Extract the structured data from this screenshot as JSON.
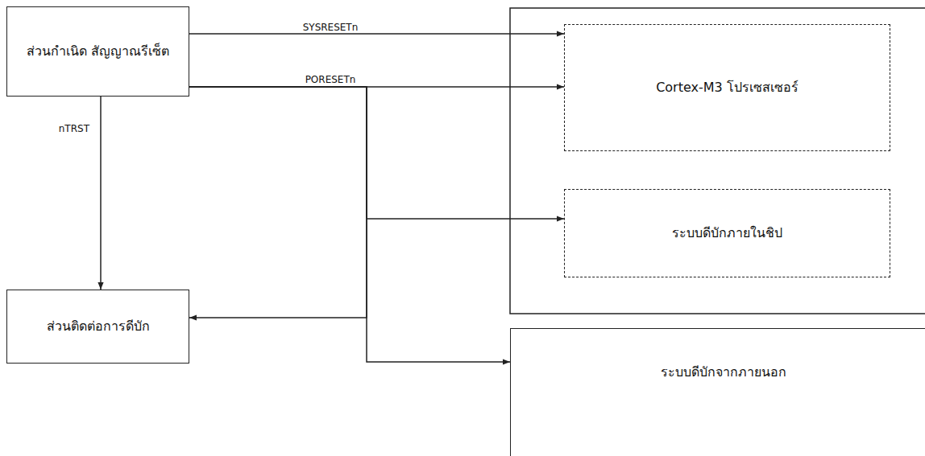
{
  "diagram": {
    "nodes": [
      {
        "text": [
          "ส่วนกำเนิด สัญญาณรีเซ็ต"
        ]
      },
      {
        "text": [
          "Cortex-M3 โปรเซสเซอร์"
        ]
      },
      {
        "text": [
          "ระบบดีบักภายในชิป"
        ]
      },
      {
        "text": [
          "ส่วนติดต่อการดีบัก"
        ]
      },
      {
        "text": [
          "ระบบดีบักจากภายนอก"
        ]
      }
    ],
    "edges": [
      {
        "from": 0,
        "to": 1,
        "arrow": "to",
        "label": "SYSRESETn"
      },
      {
        "from": 0,
        "to": 1,
        "arrow": "to",
        "label": "PORESETn"
      },
      {
        "from": 0,
        "to": 3,
        "arrow": "to",
        "label": "nTRST"
      },
      {
        "from": 0,
        "to": 2,
        "arrow": "to"
      },
      {
        "from": 0,
        "to": 3,
        "arrow": "to"
      },
      {
        "from": 0,
        "to": 4,
        "arrow": "to"
      }
    ]
  }
}
